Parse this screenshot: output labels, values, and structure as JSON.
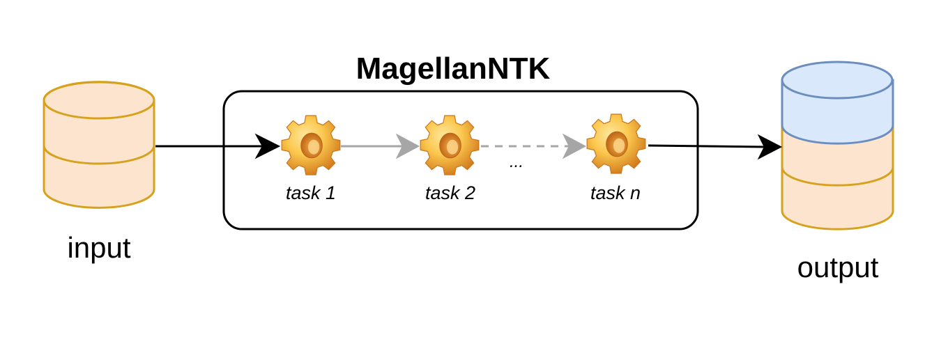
{
  "diagram": {
    "title": "MagellanNTK",
    "input_label": "input",
    "output_label": "output",
    "tasks": [
      {
        "label": "task 1"
      },
      {
        "label": "task 2"
      },
      {
        "label": "task n"
      }
    ],
    "ellipsis": "..."
  },
  "colors": {
    "orange_fill": "#FDE4CF",
    "orange_stroke": "#D6A21E",
    "blue_fill": "#DAE8FC",
    "blue_stroke": "#6C8EBF",
    "gear_light": "#FBC84E",
    "gear_dark": "#D0761A",
    "gray_arrow": "#A6A6A6",
    "black": "#000000"
  },
  "icons": {
    "task_icon": "gear-icon",
    "store_icon": "database-icon"
  }
}
